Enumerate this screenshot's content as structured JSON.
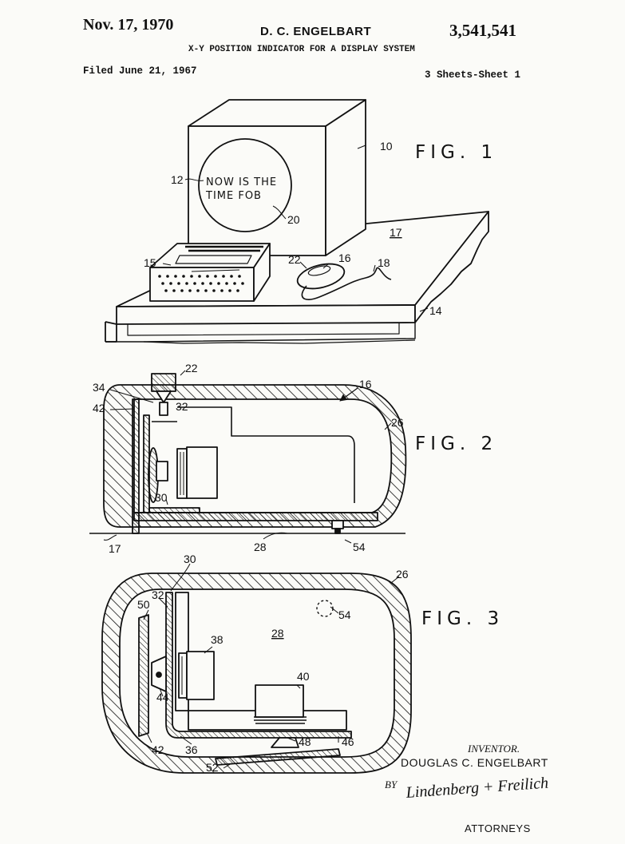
{
  "header": {
    "date": "Nov. 17, 1970",
    "inventor_header": "D. C. ENGELBART",
    "patent_number": "3,541,541",
    "title": "X-Y POSITION INDICATOR FOR A DISPLAY SYSTEM",
    "filed": "Filed June 21, 1967",
    "sheet": "3 Sheets-Sheet 1"
  },
  "figures": {
    "fig1": {
      "label": "FIG. 1",
      "screen_line1": "NOW IS THE",
      "screen_line2": "TIME FOB",
      "refs": [
        "10",
        "12",
        "20",
        "17",
        "22",
        "16",
        "18",
        "15",
        "14"
      ]
    },
    "fig2": {
      "label": "FIG. 2",
      "refs": [
        "22",
        "16",
        "34",
        "42",
        "32",
        "26",
        "30",
        "17",
        "28",
        "54"
      ]
    },
    "fig3": {
      "label": "FIG. 3",
      "refs": [
        "30",
        "26",
        "32",
        "50",
        "54",
        "38",
        "28",
        "40",
        "44",
        "42",
        "36",
        "48",
        "46",
        "52"
      ]
    }
  },
  "signature_block": {
    "inventor_label": "INVENTOR.",
    "inventor_name": "DOUGLAS C. ENGELBART",
    "by": "BY",
    "signature": "Lindenberg + Freilich",
    "attorneys": "ATTORNEYS"
  }
}
